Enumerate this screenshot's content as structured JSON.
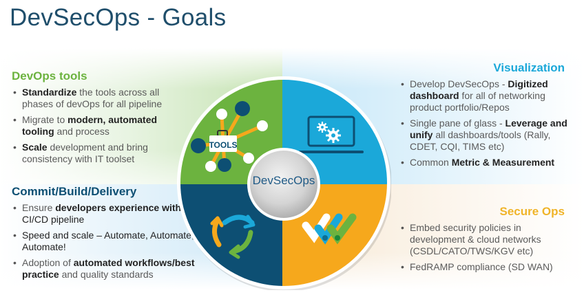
{
  "title": "DevSecOps - Goals",
  "center_label": "DevSecOps",
  "colors": {
    "green": "#6cb33f",
    "blue": "#1ba8d9",
    "navy": "#0d4f73",
    "orange": "#f6a81c",
    "title": "#1f4e6b"
  },
  "sections": {
    "devops_tools": {
      "heading": "DevOps tools",
      "icon": "tools-toolbox-icon",
      "items": [
        {
          "bold": "Standardize",
          "rest": " the tools across all phases of devOps for all pipeline"
        },
        {
          "pre": "Migrate to ",
          "bold": "modern, automated tooling",
          "rest": " and process"
        },
        {
          "bold": "Scale",
          "rest": " development and bring consistency with IT toolset"
        }
      ]
    },
    "commit_build_delivery": {
      "heading": "Commit/Build/Delivery",
      "icon": "cycle-arrows-icon",
      "items": [
        {
          "pre": "Ensure ",
          "bold": "developers experience with",
          "rest": " the CI/CD pipeline"
        },
        {
          "bold": "Speed and scale – Automate, Automate, Automate!",
          "rest": ""
        },
        {
          "pre": "Adoption of ",
          "bold": "automated workflows/best practice",
          "rest": " and quality standards"
        }
      ]
    },
    "visualization": {
      "heading": "Visualization",
      "icon": "laptop-gears-icon",
      "items": [
        {
          "pre": "Develop DevSecOps - ",
          "bold": "Digitized dashboard",
          "rest": " for all of networking product portfolio/Repos"
        },
        {
          "pre": "Single pane of glass - ",
          "bold": "Leverage and unify",
          "rest": " all dashboards/tools (Rally, CDET, CQI, TIMS etc)"
        },
        {
          "pre": "Common ",
          "bold": "Metric & Measurement",
          "rest": ""
        }
      ]
    },
    "secure_ops": {
      "heading": "Secure Ops",
      "icon": "checkmarks-logo-icon",
      "items": [
        {
          "pre": "Embed security policies in development & cloud networks (CSDL/CATO/TWS/KGV etc)",
          "bold": "",
          "rest": ""
        },
        {
          "pre": "FedRAMP compliance (SD WAN)",
          "bold": "",
          "rest": ""
        }
      ]
    }
  },
  "tools_badge": "TOOLS"
}
